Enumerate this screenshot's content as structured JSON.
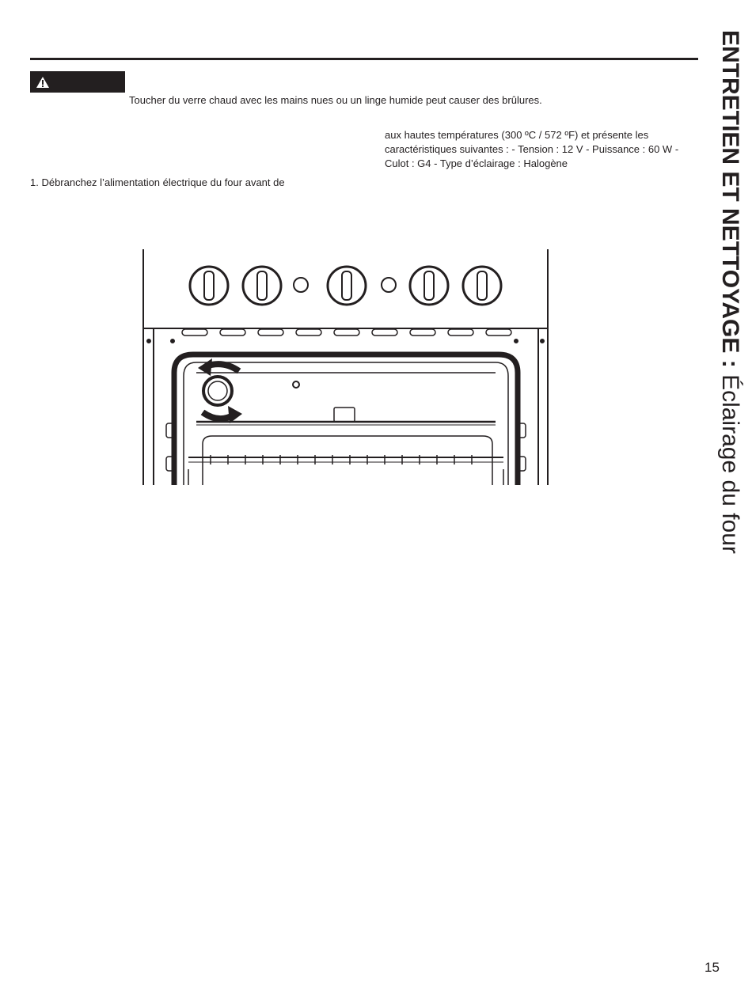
{
  "header": {
    "title_bold": "ENTRETIEN ET NETTOYAGE :",
    "title_light": " Éclairage du four"
  },
  "warning": {
    "icon": "warning-triangle-icon",
    "text": "Toucher du verre chaud avec les mains nues ou un linge humide peut causer des brûlures."
  },
  "spec_text": "aux hautes températures (300 ºC / 572 ºF) et présente les caractéristiques suivantes : - Tension : 12 V - Puissance : 60 W  - Culot : G4 - Type d’éclairage : Halogène",
  "step1": "1. Débranchez l’alimentation électrique du four avant de",
  "page_number": "15"
}
